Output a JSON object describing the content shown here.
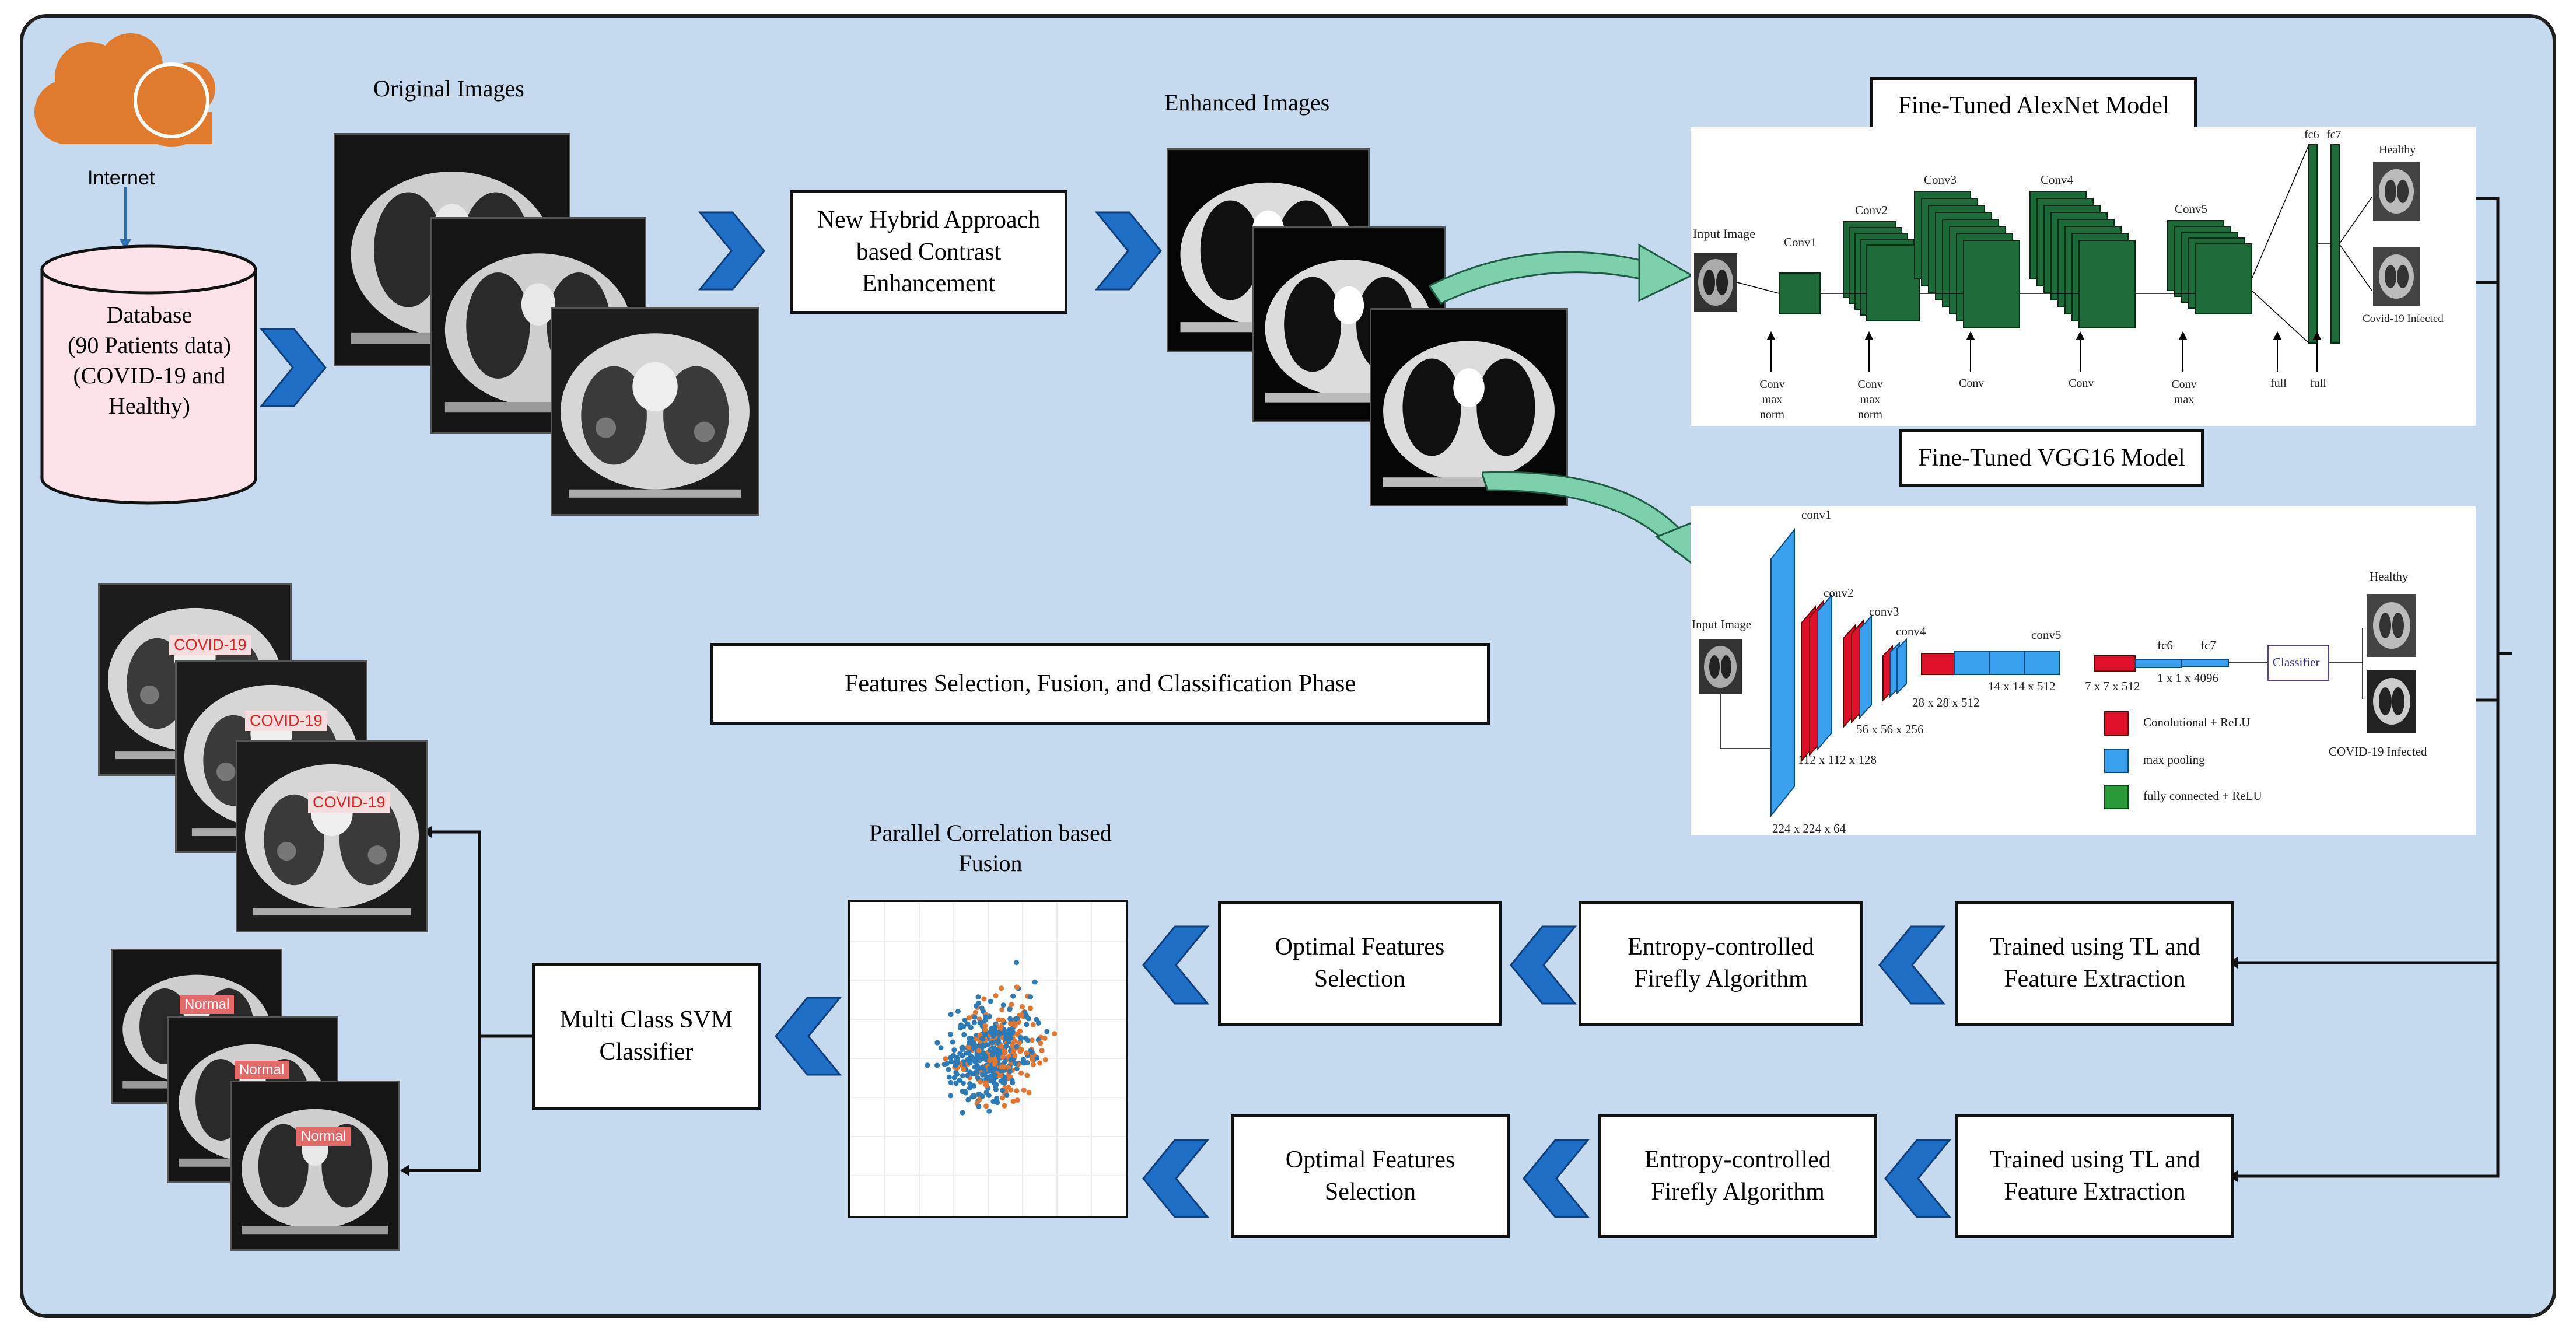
{
  "labels": {
    "internet": "Internet",
    "original_images": "Original Images",
    "enhanced_images": "Enhanced Images",
    "fusion_title": "Parallel Correlation based Fusion"
  },
  "database": {
    "line1": "Database",
    "line2": "(90 Patients data)",
    "line3": "(COVID-19 and",
    "line4": "Healthy)"
  },
  "boxes": {
    "enhancement": "New Hybrid Approach based Contrast Enhancement",
    "alexnet_title": "Fine-Tuned AlexNet Model",
    "vgg_title": "Fine-Tuned VGG16 Model",
    "phase_title": "Features Selection, Fusion, and Classification Phase",
    "trained_top": "Trained using TL and Feature Extraction",
    "trained_bottom": "Trained using TL and Feature Extraction",
    "firefly_top": "Entropy-controlled Firefly Algorithm",
    "firefly_bottom": "Entropy-controlled Firefly Algorithm",
    "optimal_top": "Optimal Features Selection",
    "optimal_bottom": "Optimal Features Selection",
    "svm": "Multi Class SVM Classifier"
  },
  "alexnet": {
    "input": "Input Image",
    "conv1": "Conv1",
    "conv2": "Conv2",
    "conv3": "Conv3",
    "conv4": "Conv4",
    "conv5": "Conv5",
    "fc6": "fc6",
    "fc7": "fc7",
    "healthy": "Healthy",
    "infected": "Covid-19 Infected",
    "ann1": "Conv max norm",
    "ann2": "Conv max norm",
    "ann3": "Conv",
    "ann4": "Conv",
    "ann5": "Conv max",
    "ann6": "full",
    "ann7": "full"
  },
  "vgg": {
    "input": "Input Image",
    "conv1": "conv1",
    "conv2": "conv2",
    "conv3": "conv3",
    "conv4": "conv4",
    "conv5": "conv5",
    "fc6": "fc6",
    "fc7": "fc7",
    "dim1": "224 x 224 x 64",
    "dim2": "112 x 112 x 128",
    "dim3": "56 x 56 x 256",
    "dim4": "28 x 28 x 512",
    "dim5": "14 x 14 x 512",
    "dim6": "7 x 7 x 512",
    "dim7": "1 x 1 x 4096",
    "classifier": "Classifier",
    "healthy": "Healthy",
    "infected": "COVID-19 Infected",
    "legend_conv": "Conolutional + ReLU",
    "legend_pool": "max pooling",
    "legend_fc": "fully connected + ReLU",
    "color_conv": "#e0102a",
    "color_pool": "#3aa0f0",
    "color_fc": "#2a9a38"
  },
  "results": {
    "covid": "COVID-19",
    "normal": "Normal"
  },
  "colors": {
    "panel": "#c5d9ef",
    "chevron": "#1f6fc6",
    "cloud": "#e07a2c",
    "database": "#fde2ea",
    "alexnet_layer": "#1e6b3a",
    "scatter_orange": "#e2762f",
    "scatter_blue": "#2b7bb9"
  }
}
